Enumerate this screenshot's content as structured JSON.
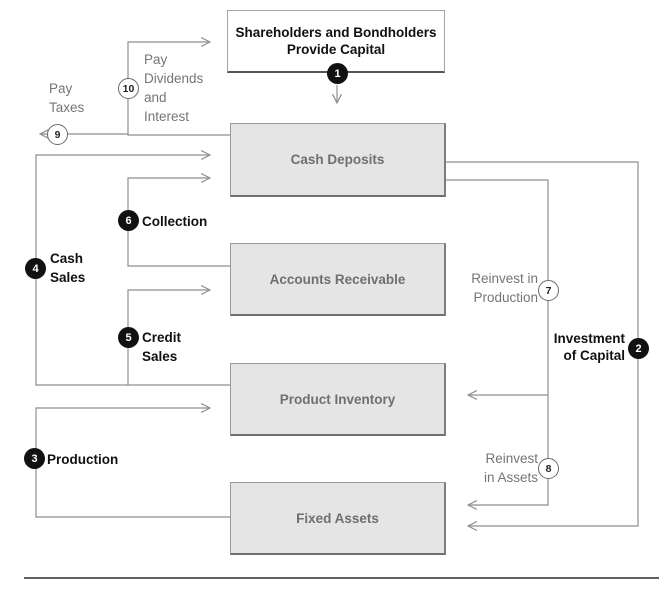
{
  "figure": {
    "boxes": {
      "shareholders": "Shareholders and Bondholders\nProvide Capital",
      "cash_deposits": "Cash Deposits",
      "accounts_receivable": "Accounts Receivable",
      "product_inventory": "Product Inventory",
      "fixed_assets": "Fixed Assets"
    },
    "flow_labels": {
      "pay_taxes": "Pay\nTaxes",
      "pay_dividends_interest": "Pay\nDividends\nand\nInterest",
      "collection": "Collection",
      "cash_sales": "Cash\nSales",
      "credit_sales": "Credit\nSales",
      "production": "Production",
      "reinvest_in_production": "Reinvest in\nProduction",
      "investment_of_capital": "Investment\nof Capital",
      "reinvest_in_assets": "Reinvest\nin Assets"
    },
    "steps": {
      "1": "1",
      "2": "2",
      "3": "3",
      "4": "4",
      "5": "5",
      "6": "6",
      "7": "7",
      "8": "8",
      "9": "9",
      "10": "10"
    },
    "colors": {
      "box_fill": "#e5e5e5",
      "box_border": "#8c8c8c",
      "box_text": "#6f6f6f",
      "flow_line": "#8f8f8f",
      "label_gray": "#757575",
      "label_black": "#111111",
      "step_filled": "#111111",
      "bottom_rule": "#5f5f5f"
    }
  }
}
